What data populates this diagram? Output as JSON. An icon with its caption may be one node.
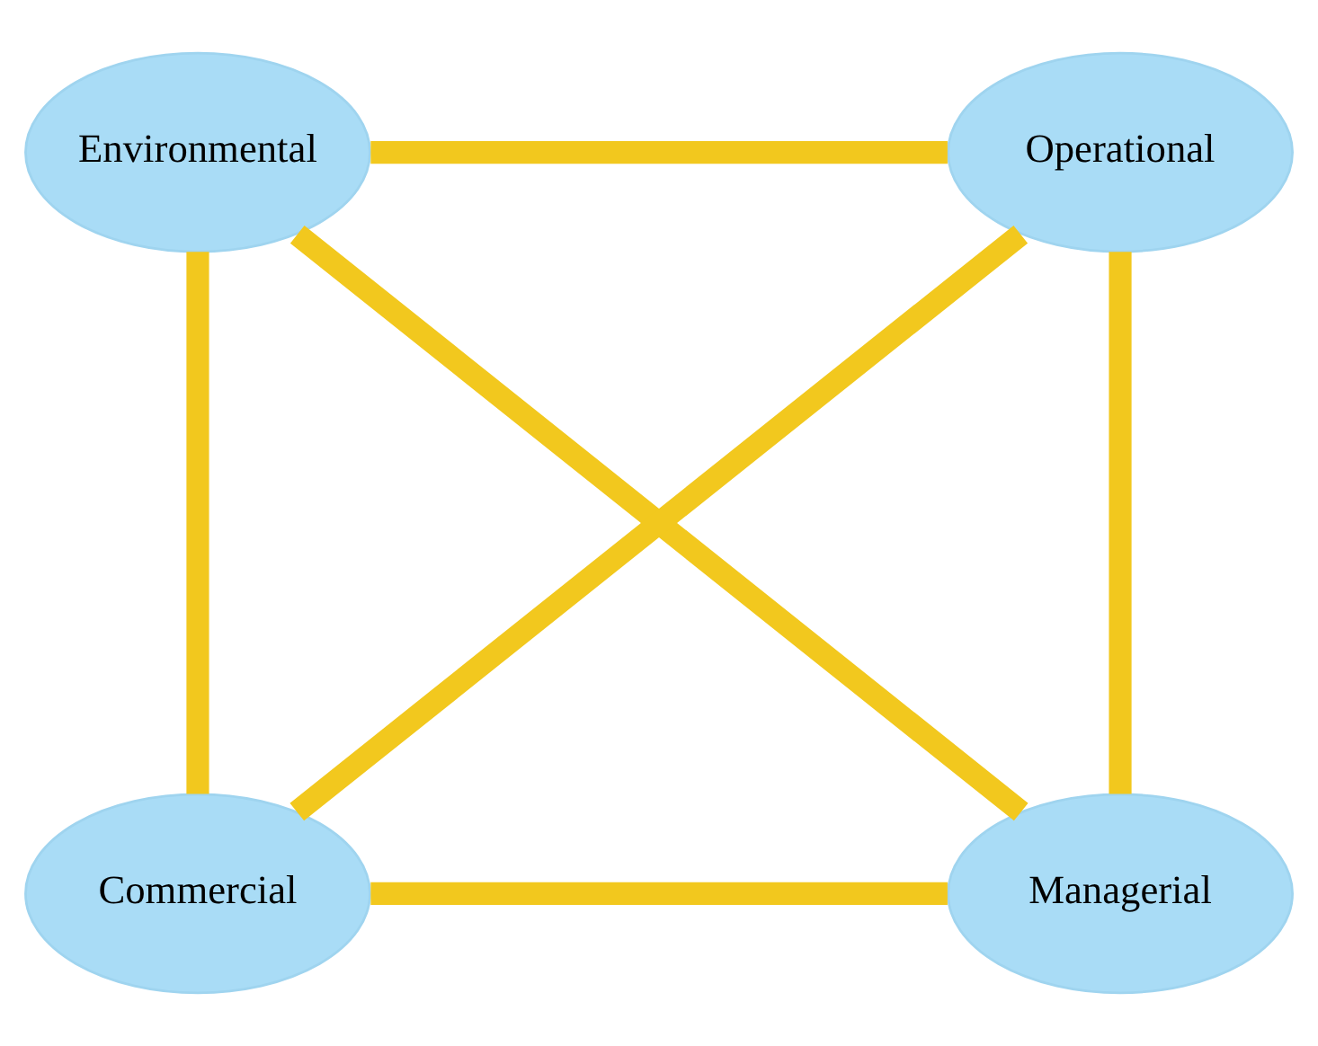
{
  "diagram": {
    "nodes": [
      {
        "text": [
          "Environmental"
        ]
      },
      {
        "text": [
          "Operational"
        ]
      },
      {
        "text": [
          "Commercial"
        ]
      },
      {
        "text": [
          "Managerial"
        ]
      }
    ],
    "edges": [
      {
        "from": 0,
        "to": 1,
        "arrow": "none"
      },
      {
        "from": 0,
        "to": 2,
        "arrow": "none"
      },
      {
        "from": 0,
        "to": 3,
        "arrow": "none"
      },
      {
        "from": 1,
        "to": 2,
        "arrow": "none"
      },
      {
        "from": 1,
        "to": 3,
        "arrow": "none"
      },
      {
        "from": 2,
        "to": 3,
        "arrow": "none"
      }
    ]
  }
}
